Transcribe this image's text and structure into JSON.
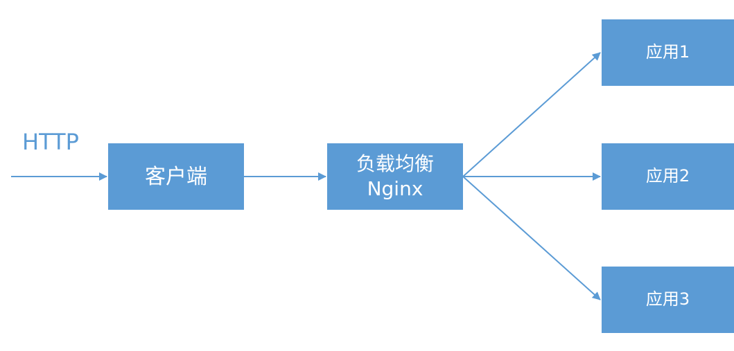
{
  "input_label": "HTTP",
  "colors": {
    "node_fill": "#5b9bd5",
    "node_text": "#ffffff",
    "arrow": "#5b9bd5",
    "label": "#5b9bd5"
  },
  "nodes": {
    "client": {
      "label": "客户端"
    },
    "load_balancer": {
      "line1": "负载均衡",
      "line2": "Nginx"
    },
    "apps": [
      {
        "label": "应用1"
      },
      {
        "label": "应用2"
      },
      {
        "label": "应用3"
      }
    ]
  },
  "edges": [
    {
      "from": "HTTP",
      "to": "客户端"
    },
    {
      "from": "客户端",
      "to": "负载均衡 Nginx"
    },
    {
      "from": "负载均衡 Nginx",
      "to": "应用1"
    },
    {
      "from": "负载均衡 Nginx",
      "to": "应用2"
    },
    {
      "from": "负载均衡 Nginx",
      "to": "应用3"
    }
  ]
}
